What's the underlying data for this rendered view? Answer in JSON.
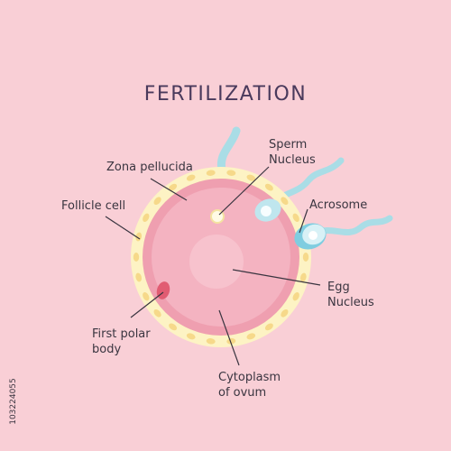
{
  "title": "FERTILIZATION",
  "labels": {
    "sperm_nucleus": [
      "Sperm",
      "Nucleus"
    ],
    "zona_pellucida": "Zona pellucida",
    "acrosome": "Acrosome",
    "follicle_cell": "Follicle cell",
    "egg_nucleus": [
      "Egg",
      "Nucleus"
    ],
    "first_polar_body": [
      "First polar",
      "body"
    ],
    "cytoplasm": [
      "Cytoplasm",
      "of ovum"
    ]
  },
  "stock_id": "103224055",
  "colors": {
    "background": "#f9cfd6",
    "title": "#4a3a5c",
    "label_text": "#3a3540",
    "follicle_layer": "#fdf3c4",
    "follicle_cell": "#f6d98a",
    "zona": "#ef9fb0",
    "cytoplasm": "#f4b3c1",
    "nucleus": "#f7c2cd",
    "polar_body": "#e15c72",
    "sperm_head": "#eef9fb",
    "sperm_tail": "#a9dde6",
    "acrosome": "#7fcde0",
    "leader_line": "#3a3540"
  }
}
